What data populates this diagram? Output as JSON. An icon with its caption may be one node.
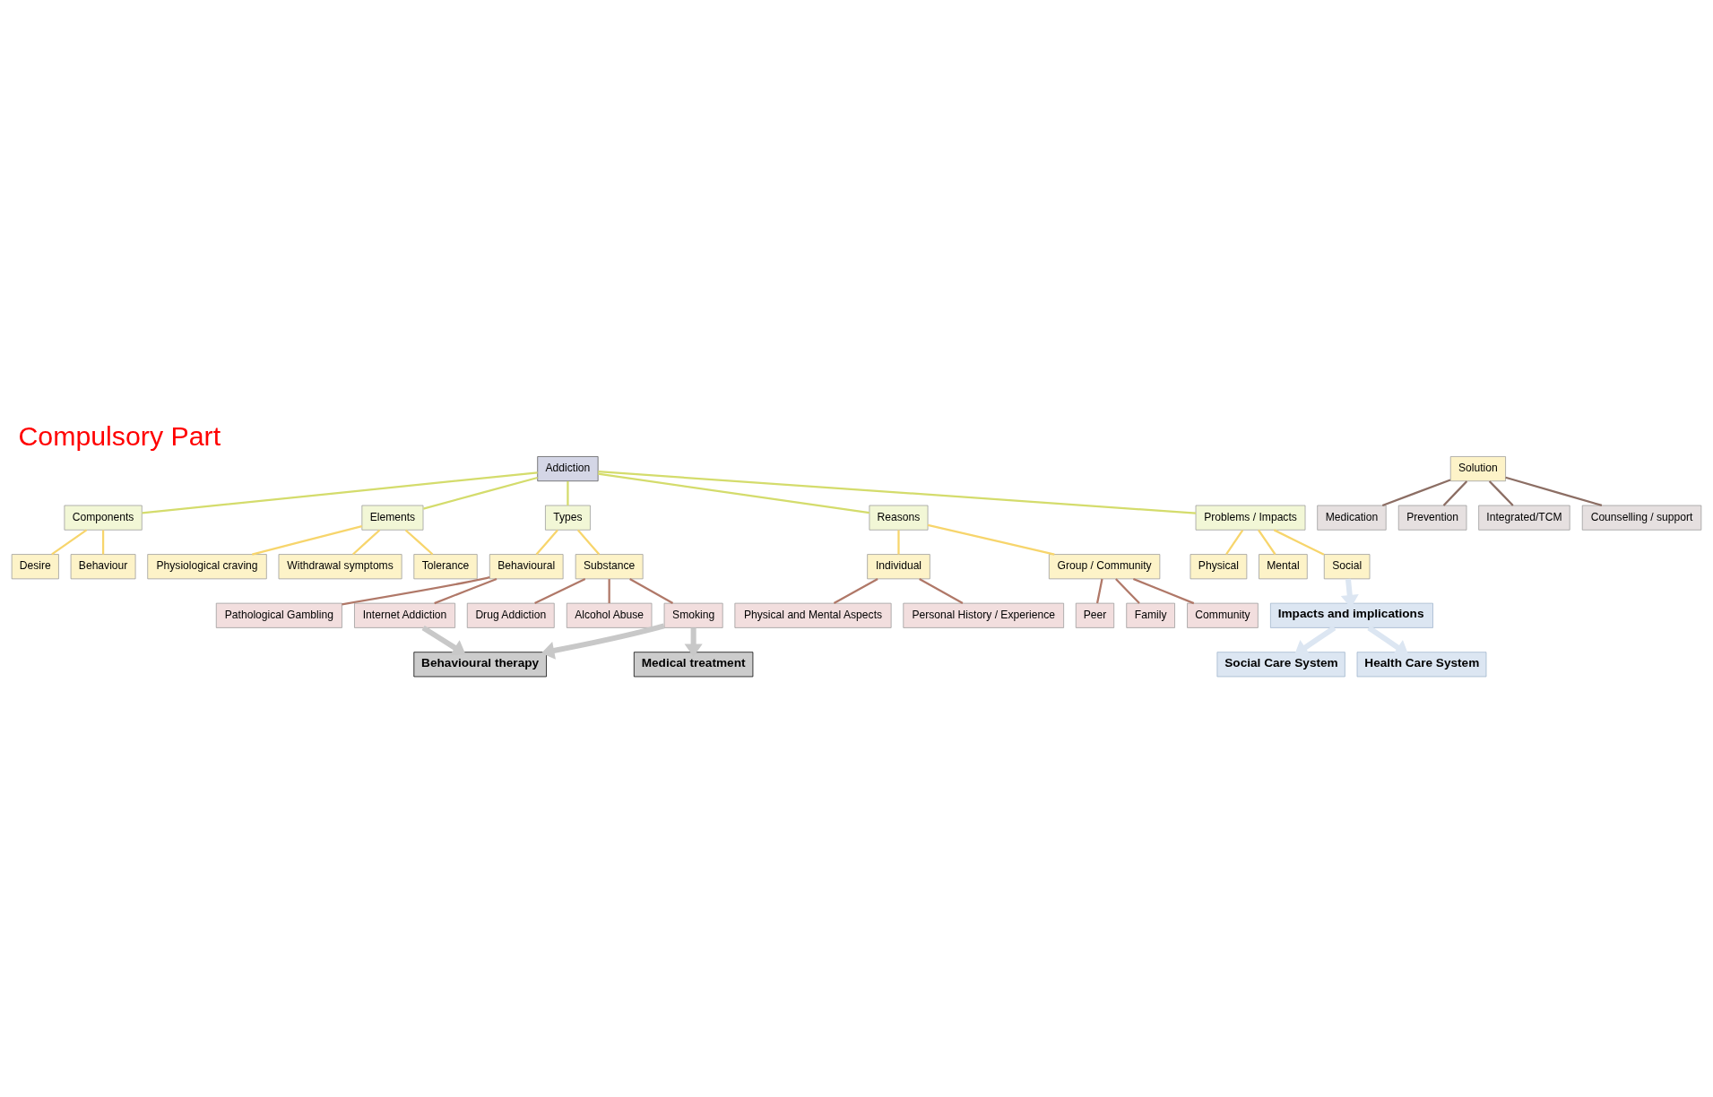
{
  "diagram": {
    "title": "Compulsory Part",
    "nodes": [
      {
        "text": [
          "Addiction"
        ]
      },
      {
        "text": [
          "Components"
        ]
      },
      {
        "text": [
          "Elements"
        ]
      },
      {
        "text": [
          "Types"
        ]
      },
      {
        "text": [
          "Reasons"
        ]
      },
      {
        "text": [
          "Problems / Impacts"
        ]
      },
      {
        "text": [
          "Desire"
        ]
      },
      {
        "text": [
          "Behaviour"
        ]
      },
      {
        "text": [
          "Physiological craving"
        ]
      },
      {
        "text": [
          "Withdrawal symptoms"
        ]
      },
      {
        "text": [
          "Tolerance"
        ]
      },
      {
        "text": [
          "Behavioural"
        ]
      },
      {
        "text": [
          "Substance"
        ]
      },
      {
        "text": [
          "Pathological Gambling"
        ]
      },
      {
        "text": [
          "Internet Addiction"
        ]
      },
      {
        "text": [
          "Drug Addiction"
        ]
      },
      {
        "text": [
          "Alcohol Abuse"
        ]
      },
      {
        "text": [
          "Smoking"
        ]
      },
      {
        "text": [
          "Individual"
        ]
      },
      {
        "text": [
          "Group / Community"
        ]
      },
      {
        "text": [
          "Physical and Mental Aspects"
        ]
      },
      {
        "text": [
          "Personal History / Experience"
        ]
      },
      {
        "text": [
          "Peer"
        ]
      },
      {
        "text": [
          "Family"
        ]
      },
      {
        "text": [
          "Community"
        ]
      },
      {
        "text": [
          "Physical"
        ]
      },
      {
        "text": [
          "Mental"
        ]
      },
      {
        "text": [
          "Social"
        ]
      },
      {
        "text": [
          "Solution"
        ]
      },
      {
        "text": [
          "Medication"
        ]
      },
      {
        "text": [
          "Prevention"
        ]
      },
      {
        "text": [
          "Integrated/TCM"
        ]
      },
      {
        "text": [
          "Counselling / support"
        ]
      },
      {
        "text": [
          "Behavioural therapy"
        ]
      },
      {
        "text": [
          "Medical treatment"
        ]
      },
      {
        "text": [
          "Impacts and implications"
        ]
      },
      {
        "text": [
          "Social Care System"
        ]
      },
      {
        "text": [
          "Health Care System"
        ]
      }
    ],
    "edges": [
      {
        "from": 0,
        "to": 1,
        "arrow": "none",
        "color": "#d4dc6c"
      },
      {
        "from": 0,
        "to": 2,
        "arrow": "none",
        "color": "#d4dc6c"
      },
      {
        "from": 0,
        "to": 3,
        "arrow": "none",
        "color": "#d4dc6c"
      },
      {
        "from": 0,
        "to": 4,
        "arrow": "none",
        "color": "#d4dc6c"
      },
      {
        "from": 0,
        "to": 5,
        "arrow": "none",
        "color": "#d4dc6c"
      },
      {
        "from": 1,
        "to": 6,
        "arrow": "none",
        "color": "#f7d56c"
      },
      {
        "from": 1,
        "to": 7,
        "arrow": "none",
        "color": "#f7d56c"
      },
      {
        "from": 2,
        "to": 8,
        "arrow": "none",
        "color": "#f7d56c"
      },
      {
        "from": 2,
        "to": 9,
        "arrow": "none",
        "color": "#f7d56c"
      },
      {
        "from": 2,
        "to": 10,
        "arrow": "none",
        "color": "#f7d56c"
      },
      {
        "from": 3,
        "to": 11,
        "arrow": "none",
        "color": "#f7d56c"
      },
      {
        "from": 3,
        "to": 12,
        "arrow": "none",
        "color": "#f7d56c"
      },
      {
        "from": 11,
        "to": 13,
        "arrow": "none",
        "color": "#b07868"
      },
      {
        "from": 11,
        "to": 14,
        "arrow": "none",
        "color": "#b07868"
      },
      {
        "from": 12,
        "to": 15,
        "arrow": "none",
        "color": "#b07868"
      },
      {
        "from": 12,
        "to": 16,
        "arrow": "none",
        "color": "#b07868"
      },
      {
        "from": 12,
        "to": 17,
        "arrow": "none",
        "color": "#b07868"
      },
      {
        "from": 4,
        "to": 18,
        "arrow": "none",
        "color": "#f7d56c"
      },
      {
        "from": 4,
        "to": 19,
        "arrow": "none",
        "color": "#f7d56c"
      },
      {
        "from": 18,
        "to": 20,
        "arrow": "none",
        "color": "#b07868"
      },
      {
        "from": 18,
        "to": 21,
        "arrow": "none",
        "color": "#b07868"
      },
      {
        "from": 19,
        "to": 22,
        "arrow": "none",
        "color": "#b07868"
      },
      {
        "from": 19,
        "to": 23,
        "arrow": "none",
        "color": "#b07868"
      },
      {
        "from": 19,
        "to": 24,
        "arrow": "none",
        "color": "#b07868"
      },
      {
        "from": 5,
        "to": 25,
        "arrow": "none",
        "color": "#f7d56c"
      },
      {
        "from": 5,
        "to": 26,
        "arrow": "none",
        "color": "#f7d56c"
      },
      {
        "from": 5,
        "to": 27,
        "arrow": "none",
        "color": "#f7d56c"
      },
      {
        "from": 28,
        "to": 29,
        "arrow": "none",
        "color": "#8c6e64"
      },
      {
        "from": 28,
        "to": 30,
        "arrow": "none",
        "color": "#8c6e64"
      },
      {
        "from": 28,
        "to": 31,
        "arrow": "none",
        "color": "#8c6e64"
      },
      {
        "from": 28,
        "to": 32,
        "arrow": "none",
        "color": "#8c6e64"
      },
      {
        "from": 14,
        "to": 33,
        "arrow": "to",
        "style": "thick",
        "color": "#c8c8c8"
      },
      {
        "from": 17,
        "to": 33,
        "arrow": "to",
        "style": "thick",
        "color": "#c8c8c8"
      },
      {
        "from": 17,
        "to": 34,
        "arrow": "to",
        "style": "thick",
        "color": "#c8c8c8"
      },
      {
        "from": 27,
        "to": 35,
        "arrow": "to",
        "style": "thick",
        "color": "#dce6f2"
      },
      {
        "from": 35,
        "to": 36,
        "arrow": "to",
        "style": "thick",
        "color": "#dce6f2"
      },
      {
        "from": 35,
        "to": 37,
        "arrow": "to",
        "style": "thick",
        "color": "#dce6f2"
      }
    ]
  }
}
